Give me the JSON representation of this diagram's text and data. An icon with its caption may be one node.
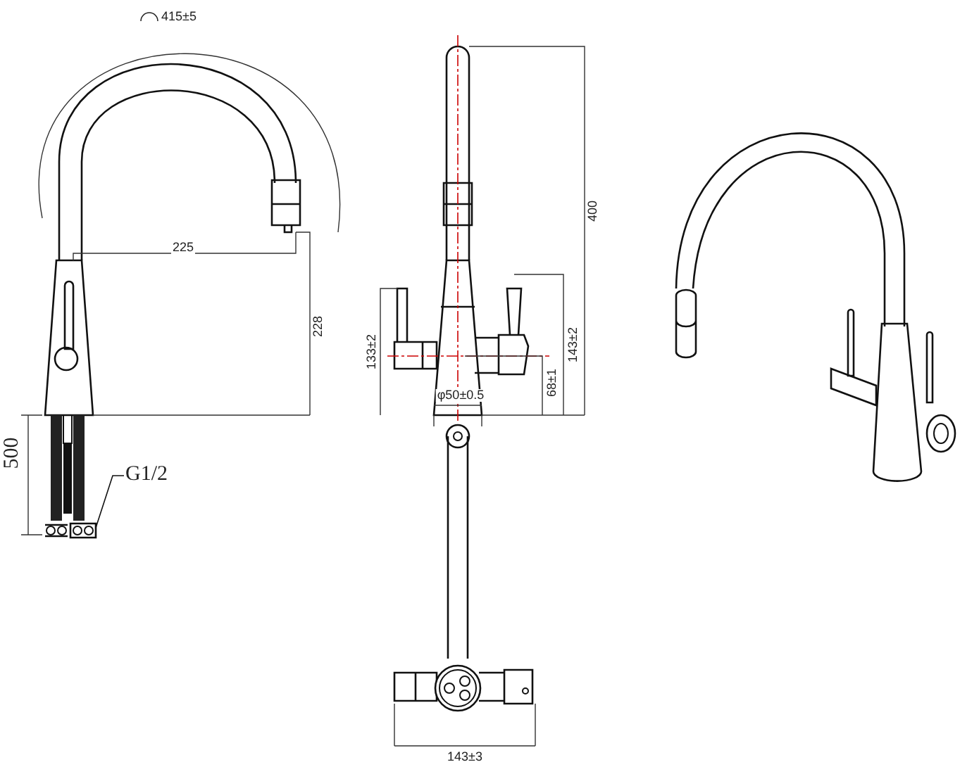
{
  "diagram": {
    "nodes": [
      {
        "text": [
          "G1/2"
        ]
      },
      {
        "text": [],
        "shape": "picture"
      }
    ],
    "edges": [
      {
        "from": 0,
        "to": 1,
        "arrow": "none"
      }
    ],
    "labels": [
      "415±5",
      "225",
      "228",
      "500",
      "400",
      "133±2",
      "143±2",
      "68±1",
      "φ50±0.5",
      "143±3"
    ]
  }
}
